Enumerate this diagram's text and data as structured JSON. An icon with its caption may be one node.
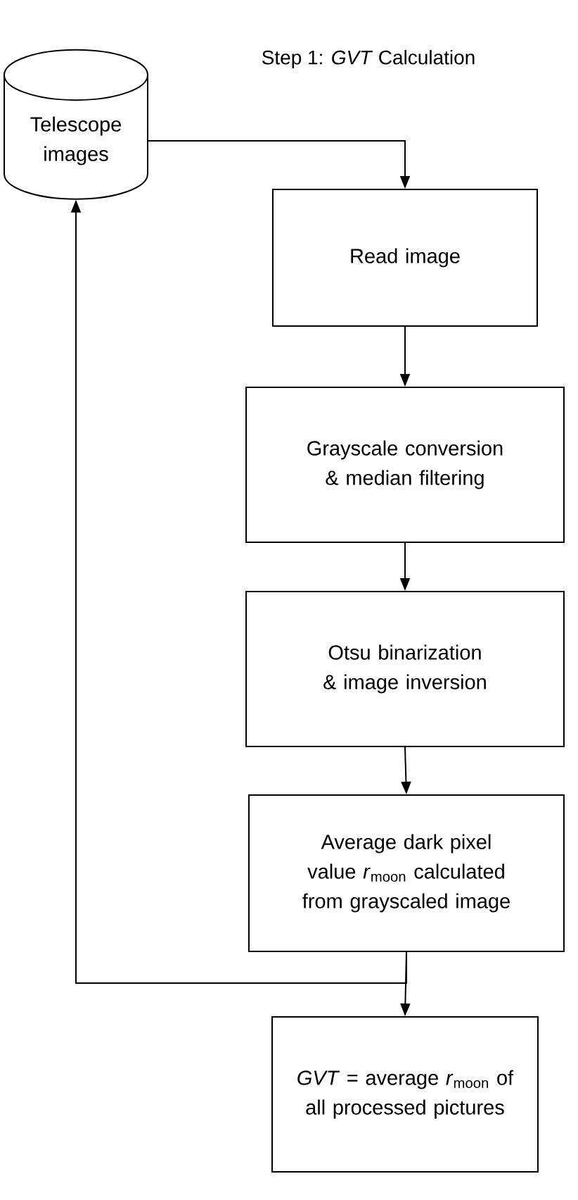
{
  "diagram": {
    "title": "Step 1: *GVT* Calculation",
    "nodes": [
      {
        "text": [
          "Telescope images"
        ]
      },
      {
        "text": [
          "Read image"
        ]
      },
      {
        "text": [
          "Grayscale conversion & median filtering"
        ]
      },
      {
        "text": [
          "Otsu binarization & image inversion"
        ]
      },
      {
        "text": [
          "Average dark pixel value *r*$_{moon}$ calculated from grayscaled image"
        ]
      },
      {
        "text": [
          "*GVT* = average *r*$_{moon}$ of all processed pictures"
        ]
      }
    ],
    "edges": [
      {
        "from": 0,
        "to": 1,
        "arrow": "to"
      },
      {
        "from": 1,
        "to": 2,
        "arrow": "to"
      },
      {
        "from": 2,
        "to": 3,
        "arrow": "to"
      },
      {
        "from": 3,
        "to": 4,
        "arrow": "to"
      },
      {
        "from": 4,
        "to": 5,
        "arrow": "to"
      },
      {
        "from": 4,
        "to": 0,
        "arrow": "to"
      }
    ]
  }
}
